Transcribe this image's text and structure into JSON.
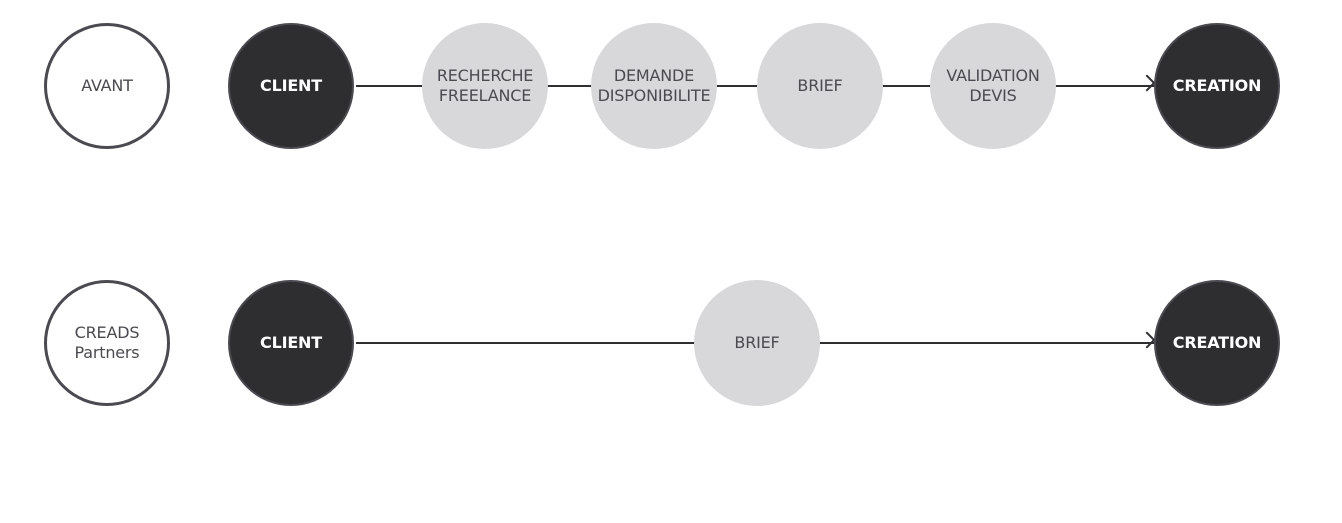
{
  "rows": [
    {
      "label": [
        "AVANT"
      ],
      "start": [
        "CLIENT"
      ],
      "steps": [
        [
          "RECHERCHE",
          "FREELANCE"
        ],
        [
          "DEMANDE",
          "DISPONIBILITE"
        ],
        [
          "BRIEF"
        ],
        [
          "VALIDATION",
          "DEVIS"
        ]
      ],
      "end": [
        "CREATION"
      ]
    },
    {
      "label": [
        "CREADS",
        "Partners"
      ],
      "start": [
        "CLIENT"
      ],
      "steps": [
        [
          "BRIEF"
        ]
      ],
      "end": [
        "CREATION"
      ]
    }
  ],
  "colors": {
    "dark_node": "#2e2e30",
    "light_node": "#d8d8da",
    "outline": "#4b4a50",
    "line": "#2f2f31",
    "background": "#ffffff"
  },
  "icons": {
    "arrow": "arrow-right-icon"
  }
}
